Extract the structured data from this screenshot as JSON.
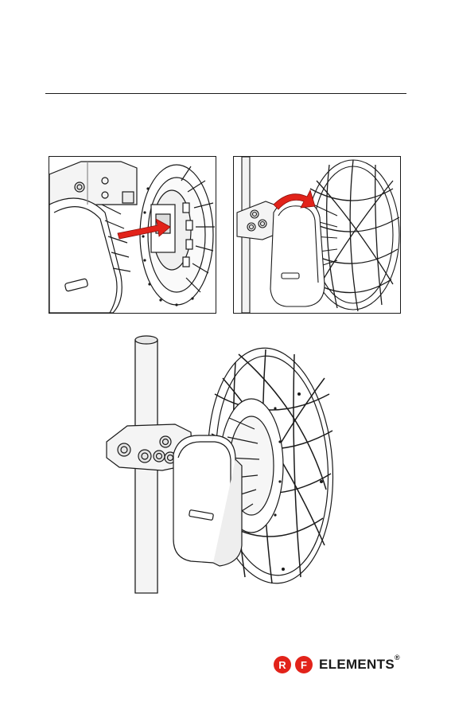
{
  "logo": {
    "letter_1": "R",
    "letter_2": "F",
    "wordmark": "ELEMENTS",
    "registered": "®",
    "accent_color": "#e2231a"
  },
  "figures": {
    "step_1_icon": "red-insert-arrow",
    "step_2_icon": "red-rotate-arrow",
    "step_3_icon": "assembled-antenna"
  },
  "device": {
    "vent_label": "▪▪▪▪▪▪▪▪"
  }
}
